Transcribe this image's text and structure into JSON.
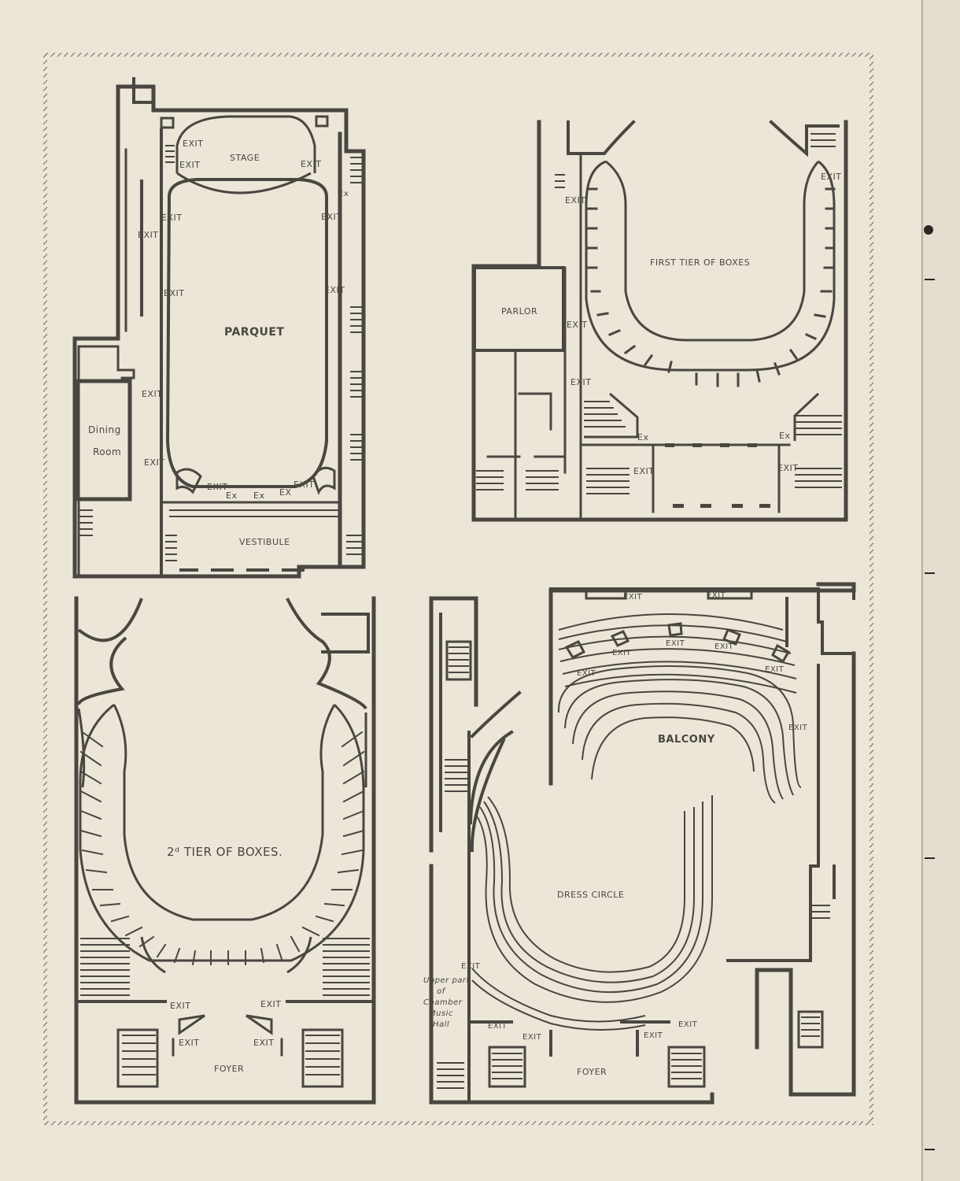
{
  "page": {
    "paper_color": "#ebe6d8",
    "ink_color": "#4a4640",
    "border_color": "#6a645a"
  },
  "plans": {
    "parquet": {
      "stage": "STAGE",
      "main": "PARQUET",
      "dining_room_1": "Dining",
      "dining_room_2": "Room",
      "vestibule": "VESTIBULE",
      "exit": "EXIT",
      "ex": "Ex",
      "ex_caps": "EX"
    },
    "first_tier": {
      "title": "FIRST TIER OF BOXES",
      "parlor": "PARLOR",
      "exit": "EXIT",
      "ex": "Ex"
    },
    "second_tier": {
      "title": "2ᵈ TIER OF BOXES.",
      "foyer": "FOYER",
      "exit": "EXIT"
    },
    "balcony": {
      "title": "BALCONY",
      "dress_circle": "DRESS CIRCLE",
      "foyer": "FOYER",
      "exit": "EXIT",
      "chamber_1": "Upper part",
      "chamber_2": "of",
      "chamber_3": "Chamber",
      "chamber_4": "Music",
      "chamber_5": "Hall"
    }
  }
}
